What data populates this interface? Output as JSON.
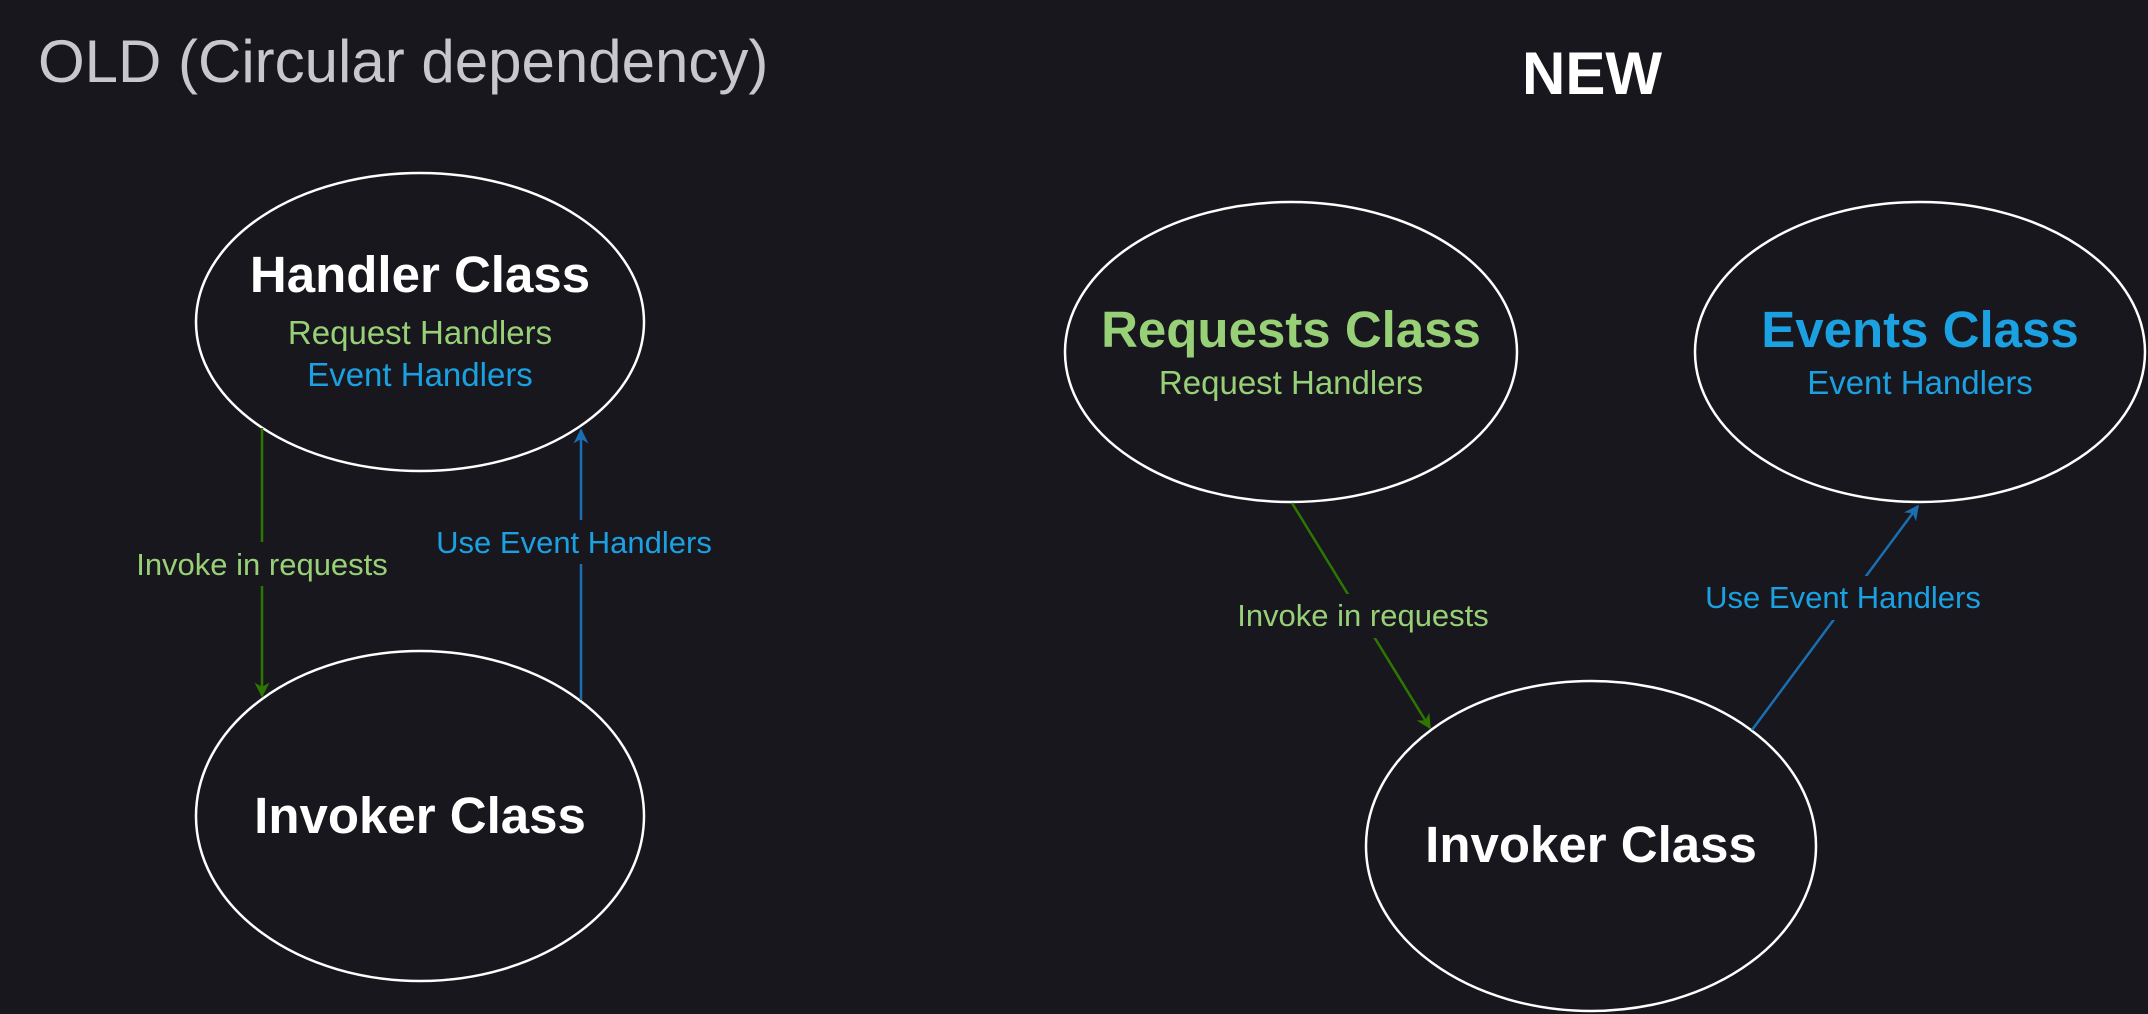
{
  "colors": {
    "background": "#18171d",
    "node_stroke": "#ffffff",
    "white_text": "#ffffff",
    "old_title": "#c8c8cc",
    "request_green": "#97d077",
    "event_blue": "#1ba1e2",
    "request_arrow": "#2d7600",
    "event_arrow": "#1a6fb3"
  },
  "old": {
    "title": "OLD (Circular dependency)",
    "handler_node": {
      "title": "Handler Class",
      "line1": "Request Handlers",
      "line2": "Event Handlers"
    },
    "invoker_node": {
      "title": "Invoker Class"
    },
    "edge_requests": {
      "label": "Invoke in requests"
    },
    "edge_events": {
      "label": "Use Event Handlers"
    }
  },
  "new": {
    "title": "NEW",
    "requests_node": {
      "title": "Requests Class",
      "line1": "Request Handlers"
    },
    "events_node": {
      "title": "Events Class",
      "line1": "Event Handlers"
    },
    "invoker_node": {
      "title": "Invoker Class"
    },
    "edge_requests": {
      "label": "Invoke in requests"
    },
    "edge_events": {
      "label": "Use Event Handlers"
    }
  }
}
